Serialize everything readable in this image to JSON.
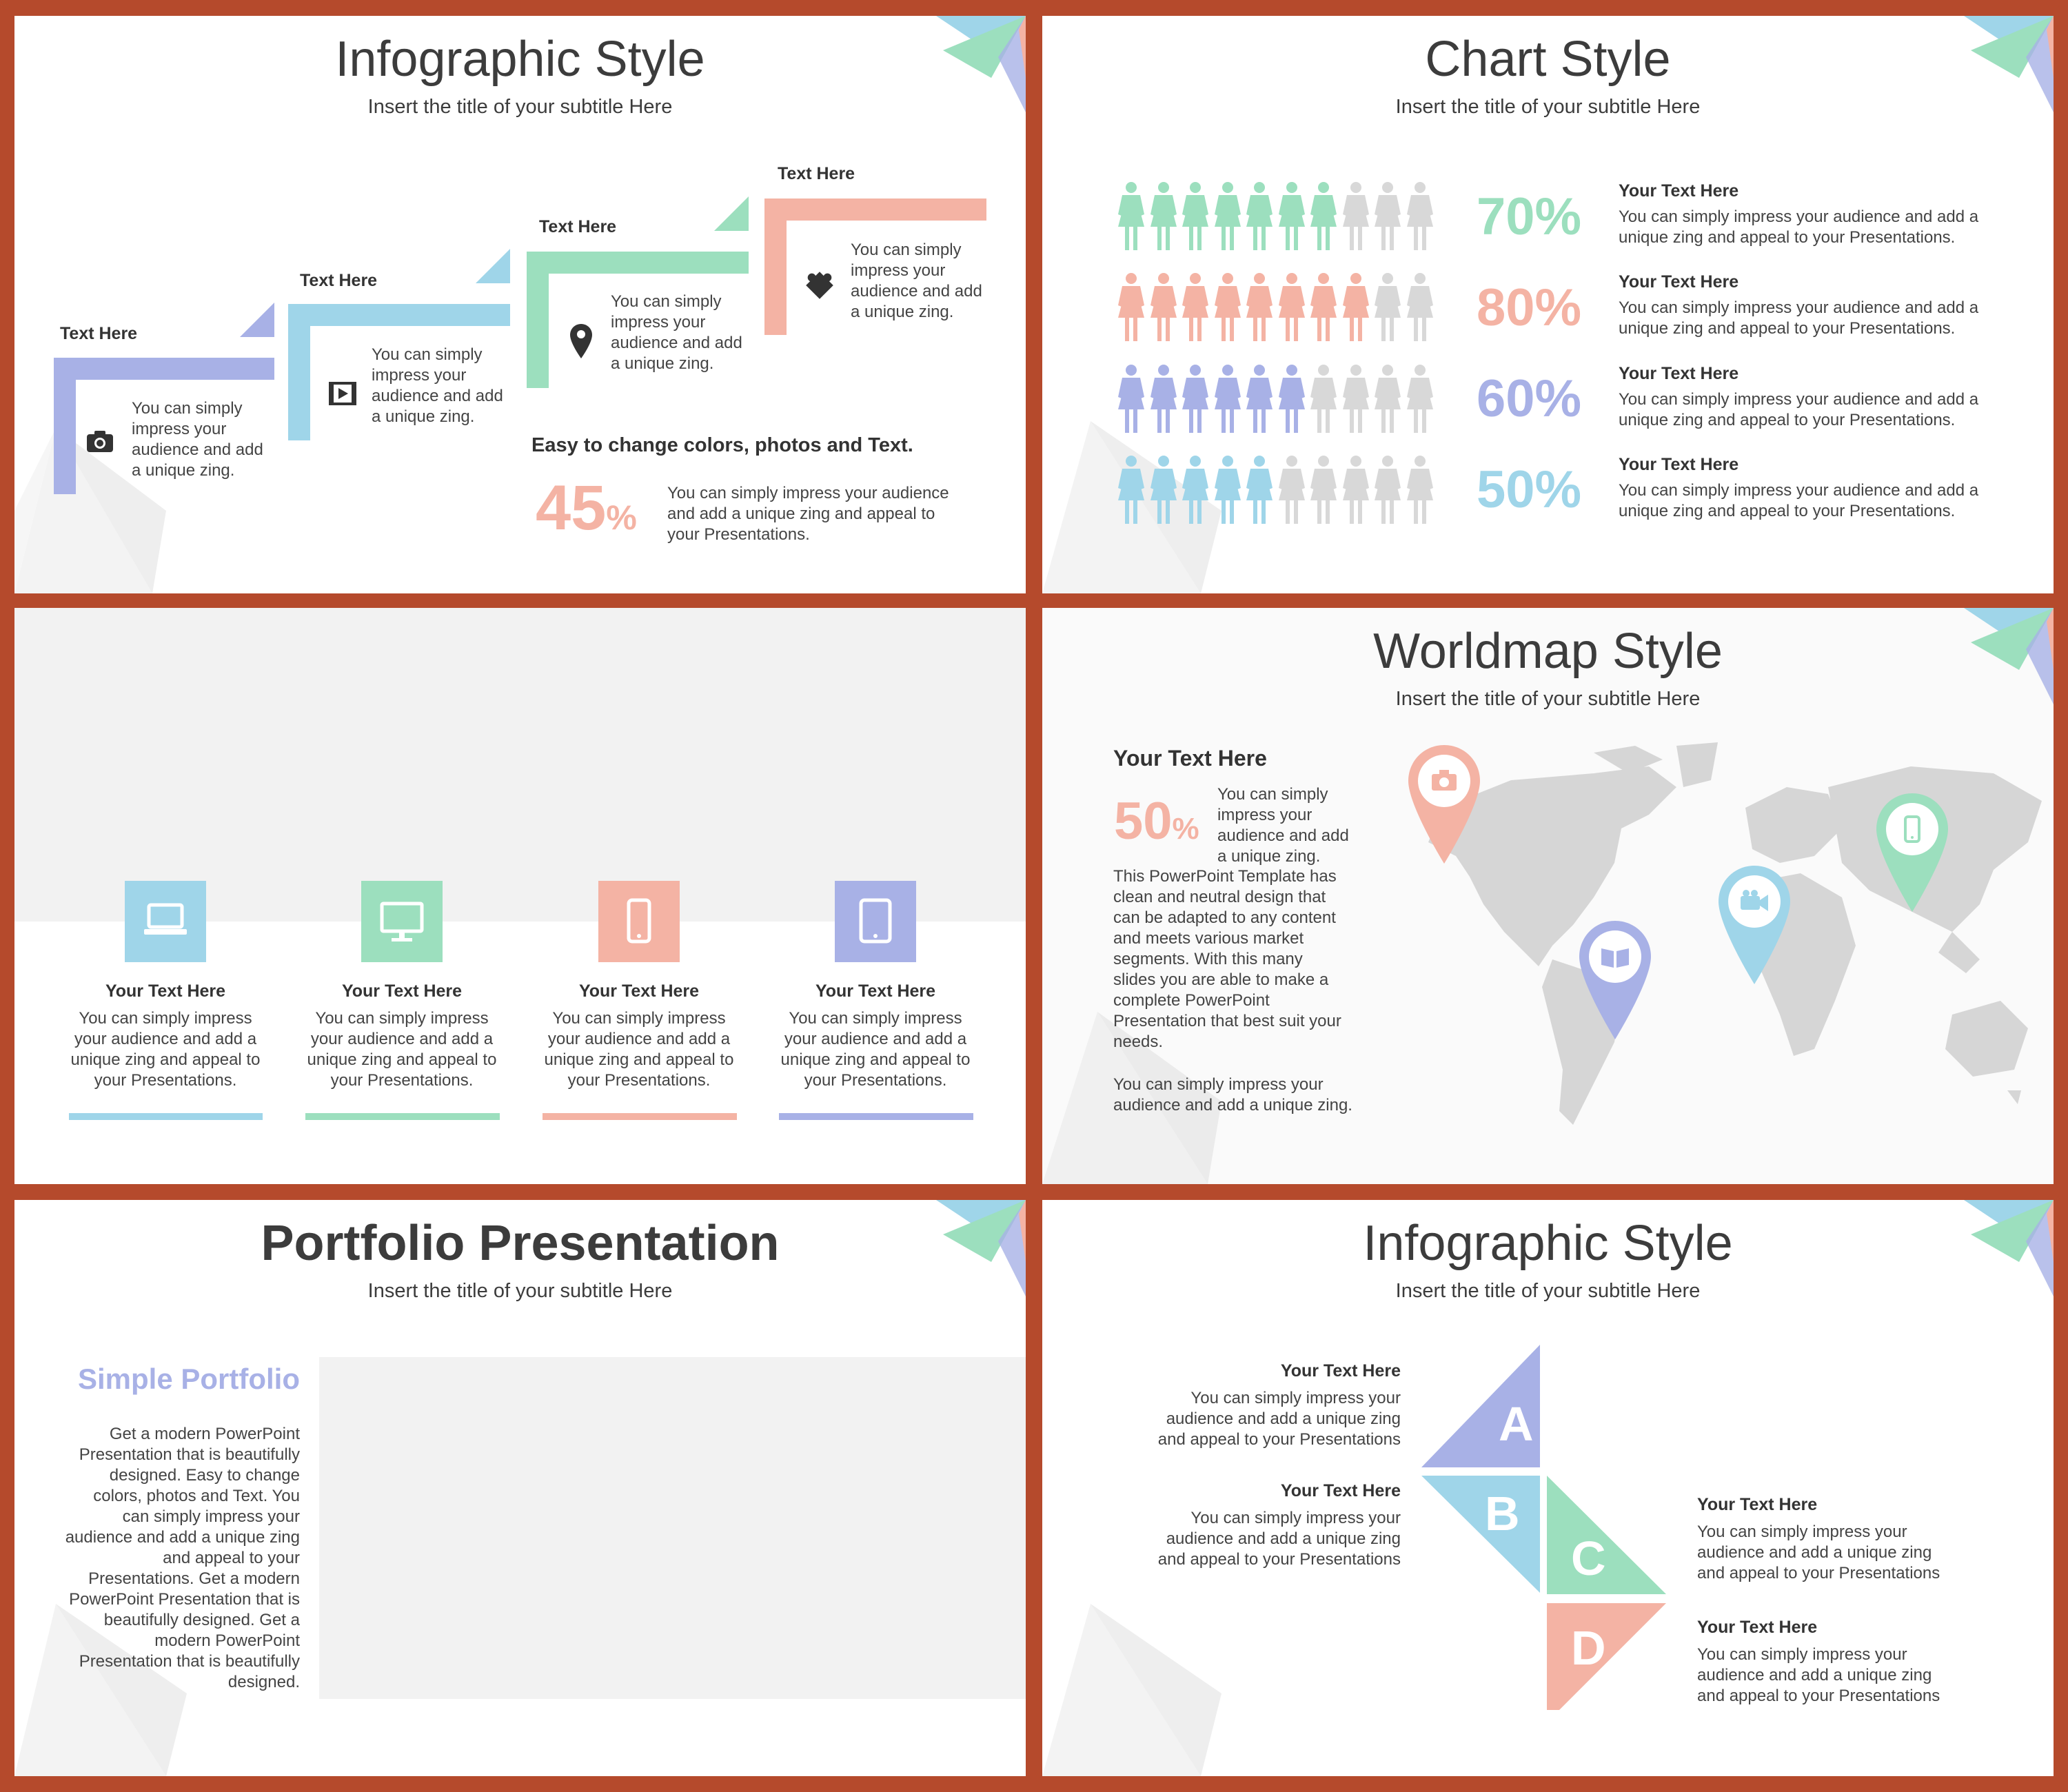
{
  "colors": {
    "purple": "#a8b1e6",
    "blue": "#9fd5e9",
    "green": "#9cdfbe",
    "salmon": "#f4b3a4",
    "gray": "#d8d8d8",
    "frame": "#b54a2c"
  },
  "slide1": {
    "title": "Infographic Style",
    "subtitle": "Insert the title of your subtitle Here",
    "steps": [
      {
        "heading": "Text  Here",
        "text": [
          "You can simply",
          "impress your",
          "audience and add",
          "a unique zing."
        ],
        "icon": "camera-icon"
      },
      {
        "heading": "Text  Here",
        "text": [
          "You can simply",
          "impress your",
          "audience and add",
          "a unique zing."
        ],
        "icon": "film-icon"
      },
      {
        "heading": "Text  Here",
        "text": [
          "You can simply",
          "impress your",
          "audience and add",
          "a unique zing."
        ],
        "icon": "map-pin-icon"
      },
      {
        "heading": "Text  Here",
        "text": [
          "You can simply",
          "impress your",
          "audience and add",
          "a unique zing."
        ],
        "icon": "puzzle-icon"
      }
    ],
    "callout_heading": "Easy to change colors, photos and Text.",
    "callout_number": "45",
    "callout_unit": "%",
    "callout_text": [
      "You can simply impress your audience",
      "and add a unique zing and appeal to",
      "your Presentations."
    ]
  },
  "slide2": {
    "title": "Chart Style",
    "subtitle": "Insert the title of your subtitle Here",
    "rows": [
      {
        "percent": "70%",
        "filled": 7,
        "color": "#9cdfbe",
        "heading": "Your Text  Here",
        "text": [
          "You can simply impress your audience and add a",
          "unique zing and appeal to your Presentations."
        ]
      },
      {
        "percent": "80%",
        "filled": 8,
        "color": "#f4b3a4",
        "heading": "Your Text  Here",
        "text": [
          "You can simply impress your audience and add a",
          "unique zing and appeal to your Presentations."
        ]
      },
      {
        "percent": "60%",
        "filled": 6,
        "color": "#a8b1e6",
        "heading": "Your Text  Here",
        "text": [
          "You can simply impress your audience and add a",
          "unique zing and appeal to your Presentations."
        ]
      },
      {
        "percent": "50%",
        "filled": 5,
        "color": "#9fd5e9",
        "heading": "Your Text  Here",
        "text": [
          "You can simply impress your audience and add a",
          "unique zing and appeal to your Presentations."
        ]
      }
    ]
  },
  "slide3": {
    "cards": [
      {
        "heading": "Your Text Here",
        "text": [
          "You can simply impress",
          "your audience and add a",
          "unique zing and appeal to",
          "your Presentations."
        ],
        "icon": "laptop-icon",
        "color": "#9fd5e9"
      },
      {
        "heading": "Your Text Here",
        "text": [
          "You can simply impress",
          "your audience and add a",
          "unique zing and appeal to",
          "your Presentations."
        ],
        "icon": "monitor-icon",
        "color": "#9cdfbe"
      },
      {
        "heading": "Your Text Here",
        "text": [
          "You can simply impress",
          "your audience and add a",
          "unique zing and appeal to",
          "your Presentations."
        ],
        "icon": "phone-icon",
        "color": "#f4b3a4"
      },
      {
        "heading": "Your Text Here",
        "text": [
          "You can simply impress",
          "your audience and add a",
          "unique zing and appeal to",
          "your Presentations."
        ],
        "icon": "tablet-icon",
        "color": "#a8b1e6"
      }
    ]
  },
  "slide4": {
    "title": "Worldmap Style",
    "subtitle": "Insert the title of your subtitle Here",
    "heading": "Your Text Here",
    "number": "50",
    "unit": "%",
    "intro": [
      "You can simply",
      "impress your",
      "audience and add",
      "a unique zing."
    ],
    "body": [
      "This PowerPoint Template has",
      "clean and neutral  design that",
      "can be adapted to any content",
      "and meets various market",
      "segments.  With this many",
      "slides you are able to make a",
      "complete PowerPoint",
      "Presentation that best suit your",
      "needs."
    ],
    "footer": [
      "You can simply impress your",
      "audience and add a unique zing."
    ],
    "pins": [
      "camera-icon",
      "book-icon",
      "video-camera-icon",
      "phone-icon"
    ]
  },
  "slide5": {
    "title": "Portfolio Presentation",
    "subtitle": "Insert the title of your subtitle Here",
    "heading": "Simple Portfolio",
    "text": [
      "Get a modern PowerPoint",
      "Presentation that is beautifully",
      "designed.  Easy to change",
      "colors, photos and Text.  You",
      "can simply impress your",
      "audience and add a unique zing",
      "and appeal to your",
      "Presentations.  Get a modern",
      "PowerPoint  Presentation that is",
      "beautifully designed. Get a",
      "modern PowerPoint",
      "Presentation that is beautifully",
      "designed."
    ]
  },
  "slide6": {
    "title": "Infographic Style",
    "subtitle": "Insert the title of your subtitle Here",
    "letters": [
      "A",
      "B",
      "C",
      "D"
    ],
    "items": [
      {
        "heading": "Your Text Here",
        "text": [
          "You can simply impress your",
          "audience and add a unique zing",
          "and appeal to your Presentations"
        ]
      },
      {
        "heading": "Your Text Here",
        "text": [
          "You can simply impress your",
          "audience and add a unique zing",
          "and appeal to your Presentations"
        ]
      },
      {
        "heading": "Your Text Here",
        "text": [
          "You can simply impress your",
          "audience and add a unique zing",
          "and appeal to your Presentations"
        ]
      },
      {
        "heading": "Your Text Here",
        "text": [
          "You can simply impress your",
          "audience and add a unique zing",
          "and appeal to your Presentations"
        ]
      }
    ]
  }
}
